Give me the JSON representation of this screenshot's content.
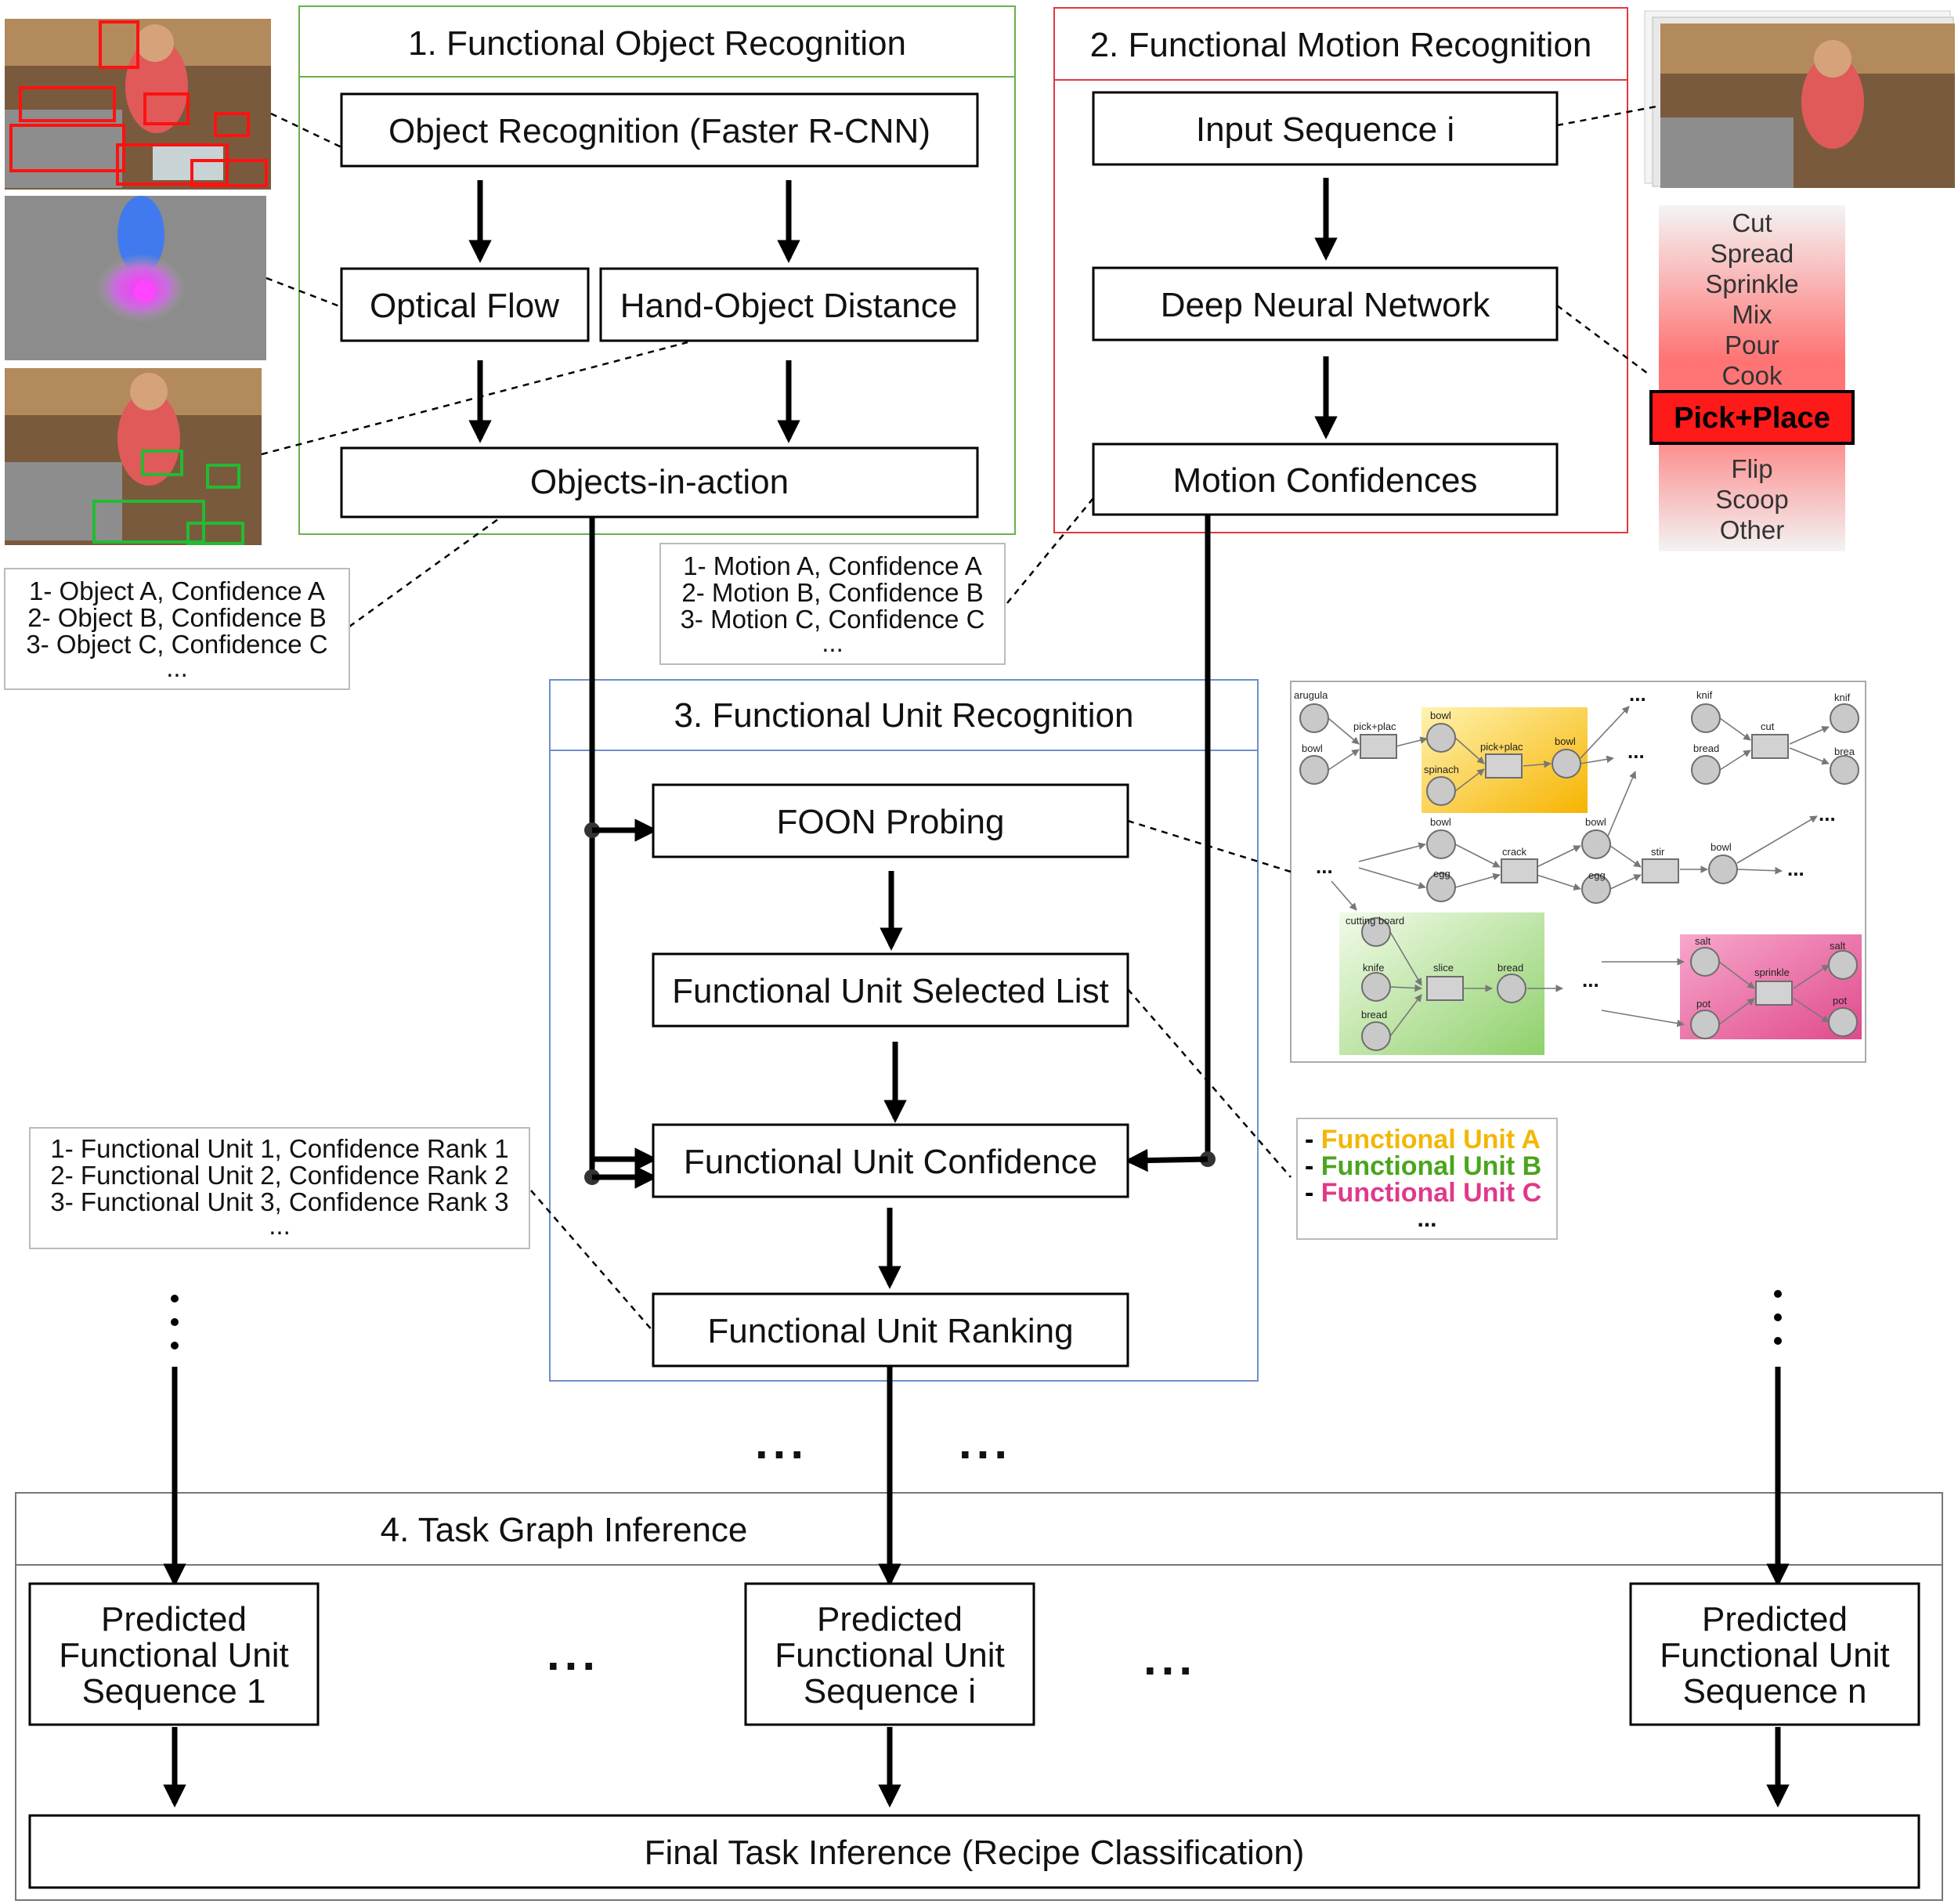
{
  "panels": {
    "object": {
      "title": "1. Functional Object Recognition",
      "color": "#6ab04c"
    },
    "motion": {
      "title": "2. Functional Motion Recognition",
      "color": "#e0393e"
    },
    "unit": {
      "title": "3. Functional Unit Recognition",
      "color": "#6e8fc9"
    },
    "graph": {
      "title": "4. Task Graph Inference",
      "color": "#777777"
    }
  },
  "boxes": {
    "object_recognition": "Object Recognition (Faster R-CNN)",
    "optical_flow": "Optical Flow",
    "hand_object_distance": "Hand-Object Distance",
    "objects_in_action": "Objects-in-action",
    "input_sequence": "Input Sequence i",
    "dnn": "Deep Neural Network",
    "motion_confidences": "Motion Confidences",
    "foon_probing": "FOON Probing",
    "fu_selected_list": "Functional Unit Selected List",
    "fu_confidence": "Functional Unit Confidence",
    "fu_ranking": "Functional Unit Ranking",
    "pred_1": [
      "Predicted",
      "Functional Unit",
      "Sequence 1"
    ],
    "pred_i": [
      "Predicted",
      "Functional Unit",
      "Sequence i"
    ],
    "pred_n": [
      "Predicted",
      "Functional Unit",
      "Sequence n"
    ],
    "final": "Final Task Inference (Recipe Classification)"
  },
  "notes": {
    "objects": [
      "1- Object A, Confidence A",
      "2- Object B, Confidence B",
      "3- Object C, Confidence C",
      "..."
    ],
    "motions": [
      "1- Motion A, Confidence A",
      "2- Motion B, Confidence B",
      "3- Motion C, Confidence C",
      "..."
    ],
    "units": [
      "1- Functional Unit 1, Confidence Rank 1",
      "2- Functional Unit 2, Confidence Rank 2",
      "3- Functional Unit 3, Confidence Rank 3",
      "..."
    ]
  },
  "motion_list": {
    "items_top": [
      "Cut",
      "Spread",
      "Sprinkle",
      "Mix",
      "Pour",
      "Cook"
    ],
    "selected": "Pick+Place",
    "items_bottom": [
      "Flip",
      "Scoop",
      "Other"
    ],
    "highlight_color": "#ff1a1a"
  },
  "fu_legend": [
    {
      "text": "Functional Unit A",
      "color": "#f2b705"
    },
    {
      "text": "Functional Unit B",
      "color": "#4aa51c"
    },
    {
      "text": "Functional Unit C",
      "color": "#e0398a"
    }
  ],
  "fu_legend_more": "...",
  "ellipsis": "...",
  "foon": {
    "yellow_color": "#f6b400",
    "green_color": "#8fd06b",
    "pink_color": "#e85a99",
    "labels": {
      "arugula": "arugula",
      "bowl": "bowl",
      "pick_place": "pick+plac",
      "spinach": "spinach",
      "knife": "knif",
      "bread": "bread",
      "brea": "brea",
      "cut": "cut",
      "egg": "egg",
      "crack": "crack",
      "stir": "stir",
      "cutting_board": "cutting board",
      "knife_full": "knife",
      "slice": "slice",
      "salt": "salt",
      "sprinkle": "sprinkle",
      "pot": "pot"
    }
  }
}
